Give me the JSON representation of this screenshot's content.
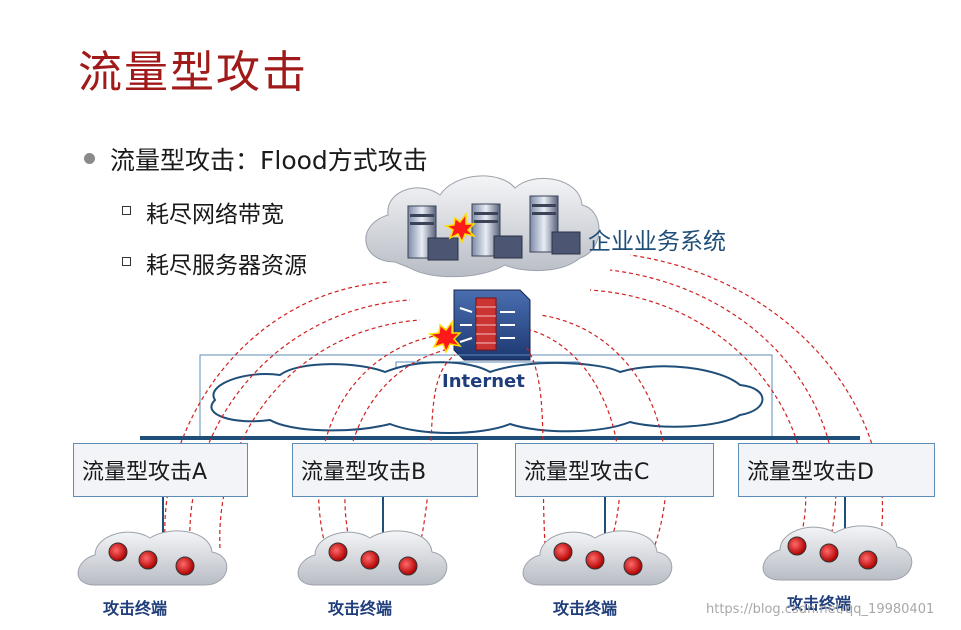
{
  "title": "流量型攻击",
  "bullet": {
    "text": "流量型攻击：Flood方式攻击",
    "subitems": [
      "耗尽网络带宽",
      "耗尽服务器资源"
    ]
  },
  "enterprise_label": "企业业务系统",
  "internet_label": "Internet",
  "attackers": [
    {
      "label": "流量型攻击A",
      "terminal_label": "攻击终端"
    },
    {
      "label": "流量型攻击B",
      "terminal_label": "攻击终端"
    },
    {
      "label": "流量型攻击C",
      "terminal_label": "攻击终端"
    },
    {
      "label": "流量型攻击D",
      "terminal_label": "攻击终端"
    }
  ],
  "watermark": "https://blog.csdn.net/qq_19980401",
  "colors": {
    "title": "#a01a1a",
    "label_blue": "#1f4e79",
    "attack_line": "#d02020",
    "network_line": "#1f4e79"
  },
  "icons": [
    "server-icon",
    "firewall-icon",
    "explosion-icon",
    "cloud-icon",
    "attack-terminal-icon"
  ]
}
